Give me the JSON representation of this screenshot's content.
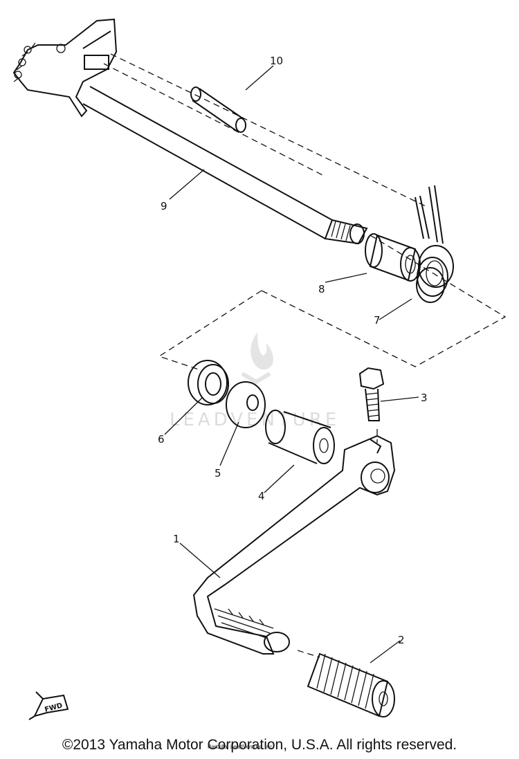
{
  "callouts": [
    "1",
    "2",
    "3",
    "4",
    "5",
    "6",
    "7",
    "8",
    "9",
    "10"
  ],
  "fwd_label": "FWD",
  "watermark": "LEADVENTURE",
  "copyright": "©2013 Yamaha Motor Corporation, U.S.A. All rights reserved.",
  "small_credit": "Partzilla, LeadVenture, Inc."
}
